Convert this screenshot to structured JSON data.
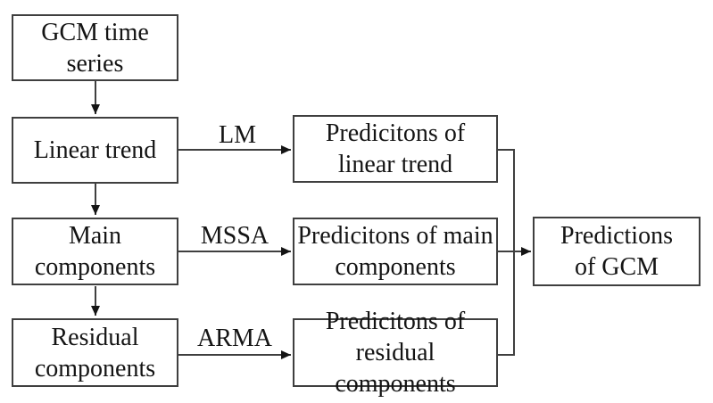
{
  "diagram": {
    "title": "GCM time series prediction flowchart",
    "nodes": {
      "gcm_time_series": {
        "label": "GCM time\nseries"
      },
      "linear_trend": {
        "label": "Linear trend"
      },
      "main_components": {
        "label": "Main\ncomponents"
      },
      "residual_components": {
        "label": "Residual\ncomponents"
      },
      "pred_linear_trend": {
        "label": "Predicitons of\nlinear trend"
      },
      "pred_main_components": {
        "label": "Predicitons of main\ncomponents"
      },
      "pred_residual_components": {
        "label": "Predicitons of\nresidual components"
      },
      "pred_gcm": {
        "label": "Predictions\nof GCM"
      }
    },
    "edge_labels": {
      "lm": "LM",
      "mssa": "MSSA",
      "arma": "ARMA"
    },
    "colors": {
      "background": "#ffffff",
      "box_border": "#3f3f3f",
      "line": "#3f3f3f",
      "arrowhead": "#141414",
      "text": "#141414"
    }
  }
}
